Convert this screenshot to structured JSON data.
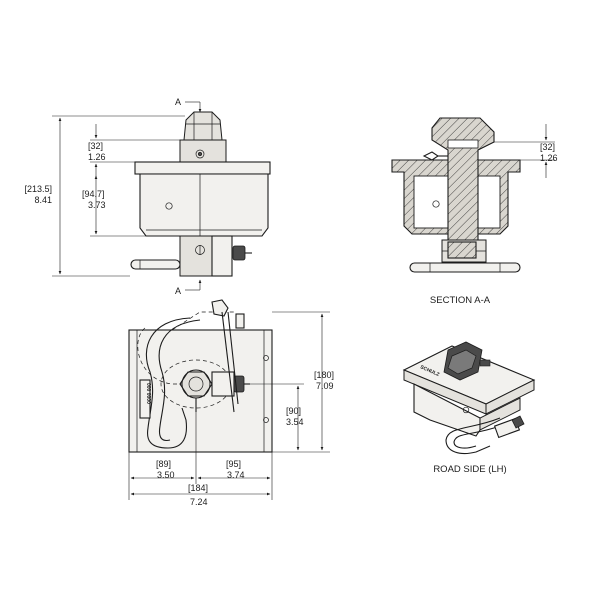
{
  "dimensions": {
    "height_total": {
      "mm": "[213.5]",
      "in": "8.41"
    },
    "flange_thickness": {
      "mm": "[32]",
      "in": "1.26"
    },
    "body_height": {
      "mm": "[94.7]",
      "in": "3.73"
    },
    "section_flange": {
      "mm": "[32]",
      "in": "1.26"
    },
    "depth_total": {
      "mm": "[180]",
      "in": "7.09"
    },
    "depth_center": {
      "mm": "[90]",
      "in": "3.54"
    },
    "width_left": {
      "mm": "[89]",
      "in": "3.50"
    },
    "width_right": {
      "mm": "[95]",
      "in": "3.74"
    },
    "width_total": {
      "mm": "[184]",
      "in": "7.24"
    }
  },
  "section_markers": {
    "top": "A",
    "bottom": "A"
  },
  "captions": {
    "section": "SECTION A-A",
    "road_side": "ROAD SIDE (LH)"
  },
  "logo_text": "SCHULZ",
  "plate_text": "000 0000"
}
